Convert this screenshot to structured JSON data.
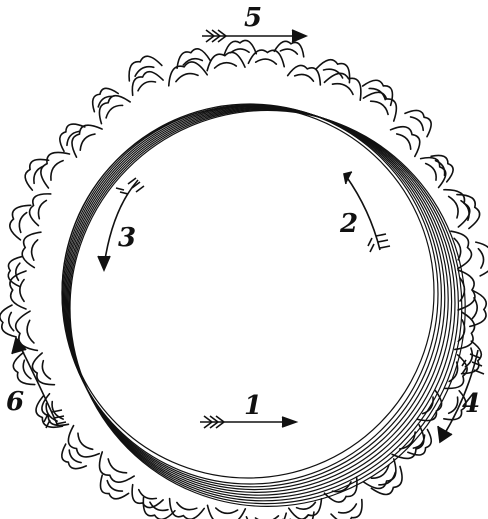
{
  "colors": {
    "ink": "#111111",
    "paper": "#ffffff"
  },
  "labels": {
    "one": "1",
    "two": "2",
    "three": "3",
    "four": "4",
    "five": "5",
    "six": "6"
  }
}
